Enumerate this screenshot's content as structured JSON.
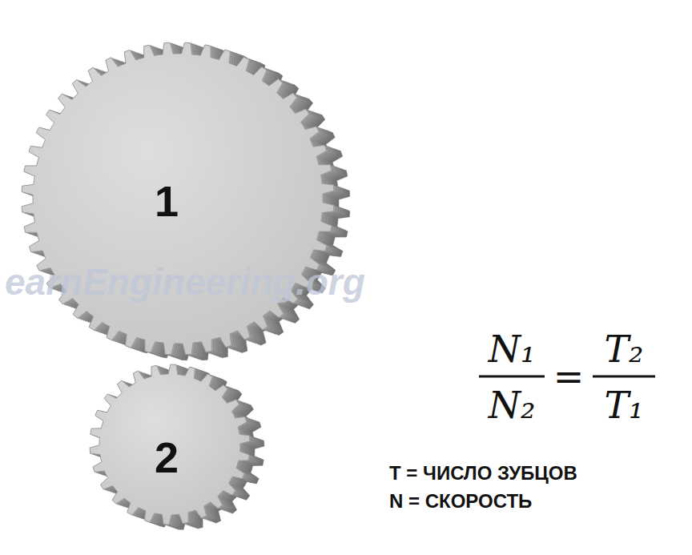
{
  "diagram": {
    "labels": [
      "1",
      "2",
      "earnEngineering.org",
      "N₁",
      "N₂",
      "=",
      "T₂",
      "T₁",
      "T = ЧИСЛО ЗУБЦОВ",
      "N = СКОРОСТЬ"
    ]
  }
}
